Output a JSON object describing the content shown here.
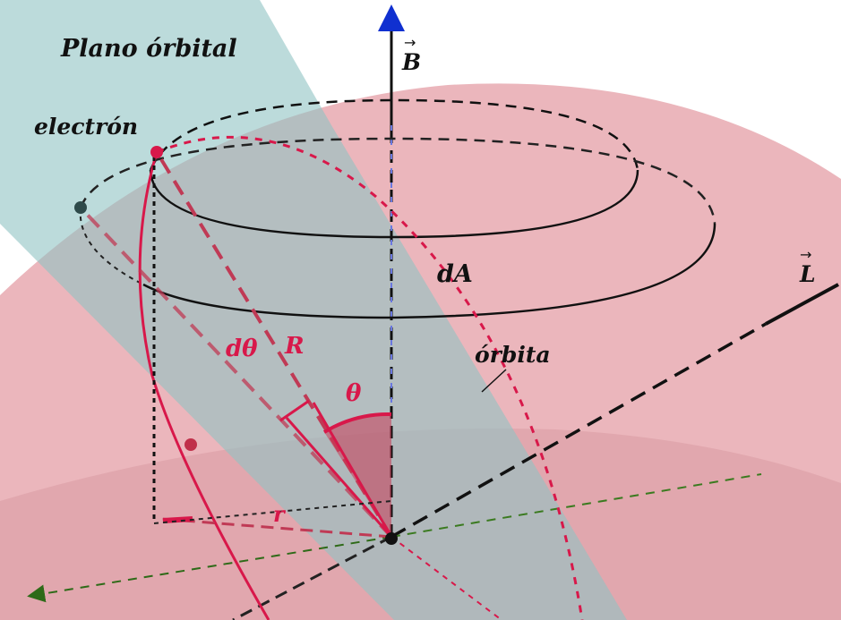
{
  "labels": {
    "plane": "Plano órbital",
    "electron": "electrón",
    "b_vector": "B",
    "l_vector": "L",
    "area": "dA",
    "orbit": "órbita",
    "d_theta": "dθ",
    "big_r": "R",
    "theta": "θ",
    "small_r": "r"
  },
  "colors": {
    "sphere": "#e8a9b0",
    "plane": "#8fc3c3",
    "red": "#d8184a",
    "arrow_red": "#c03a55",
    "black": "#111111",
    "blue": "#1030d0",
    "green": "#3a7a1f"
  }
}
